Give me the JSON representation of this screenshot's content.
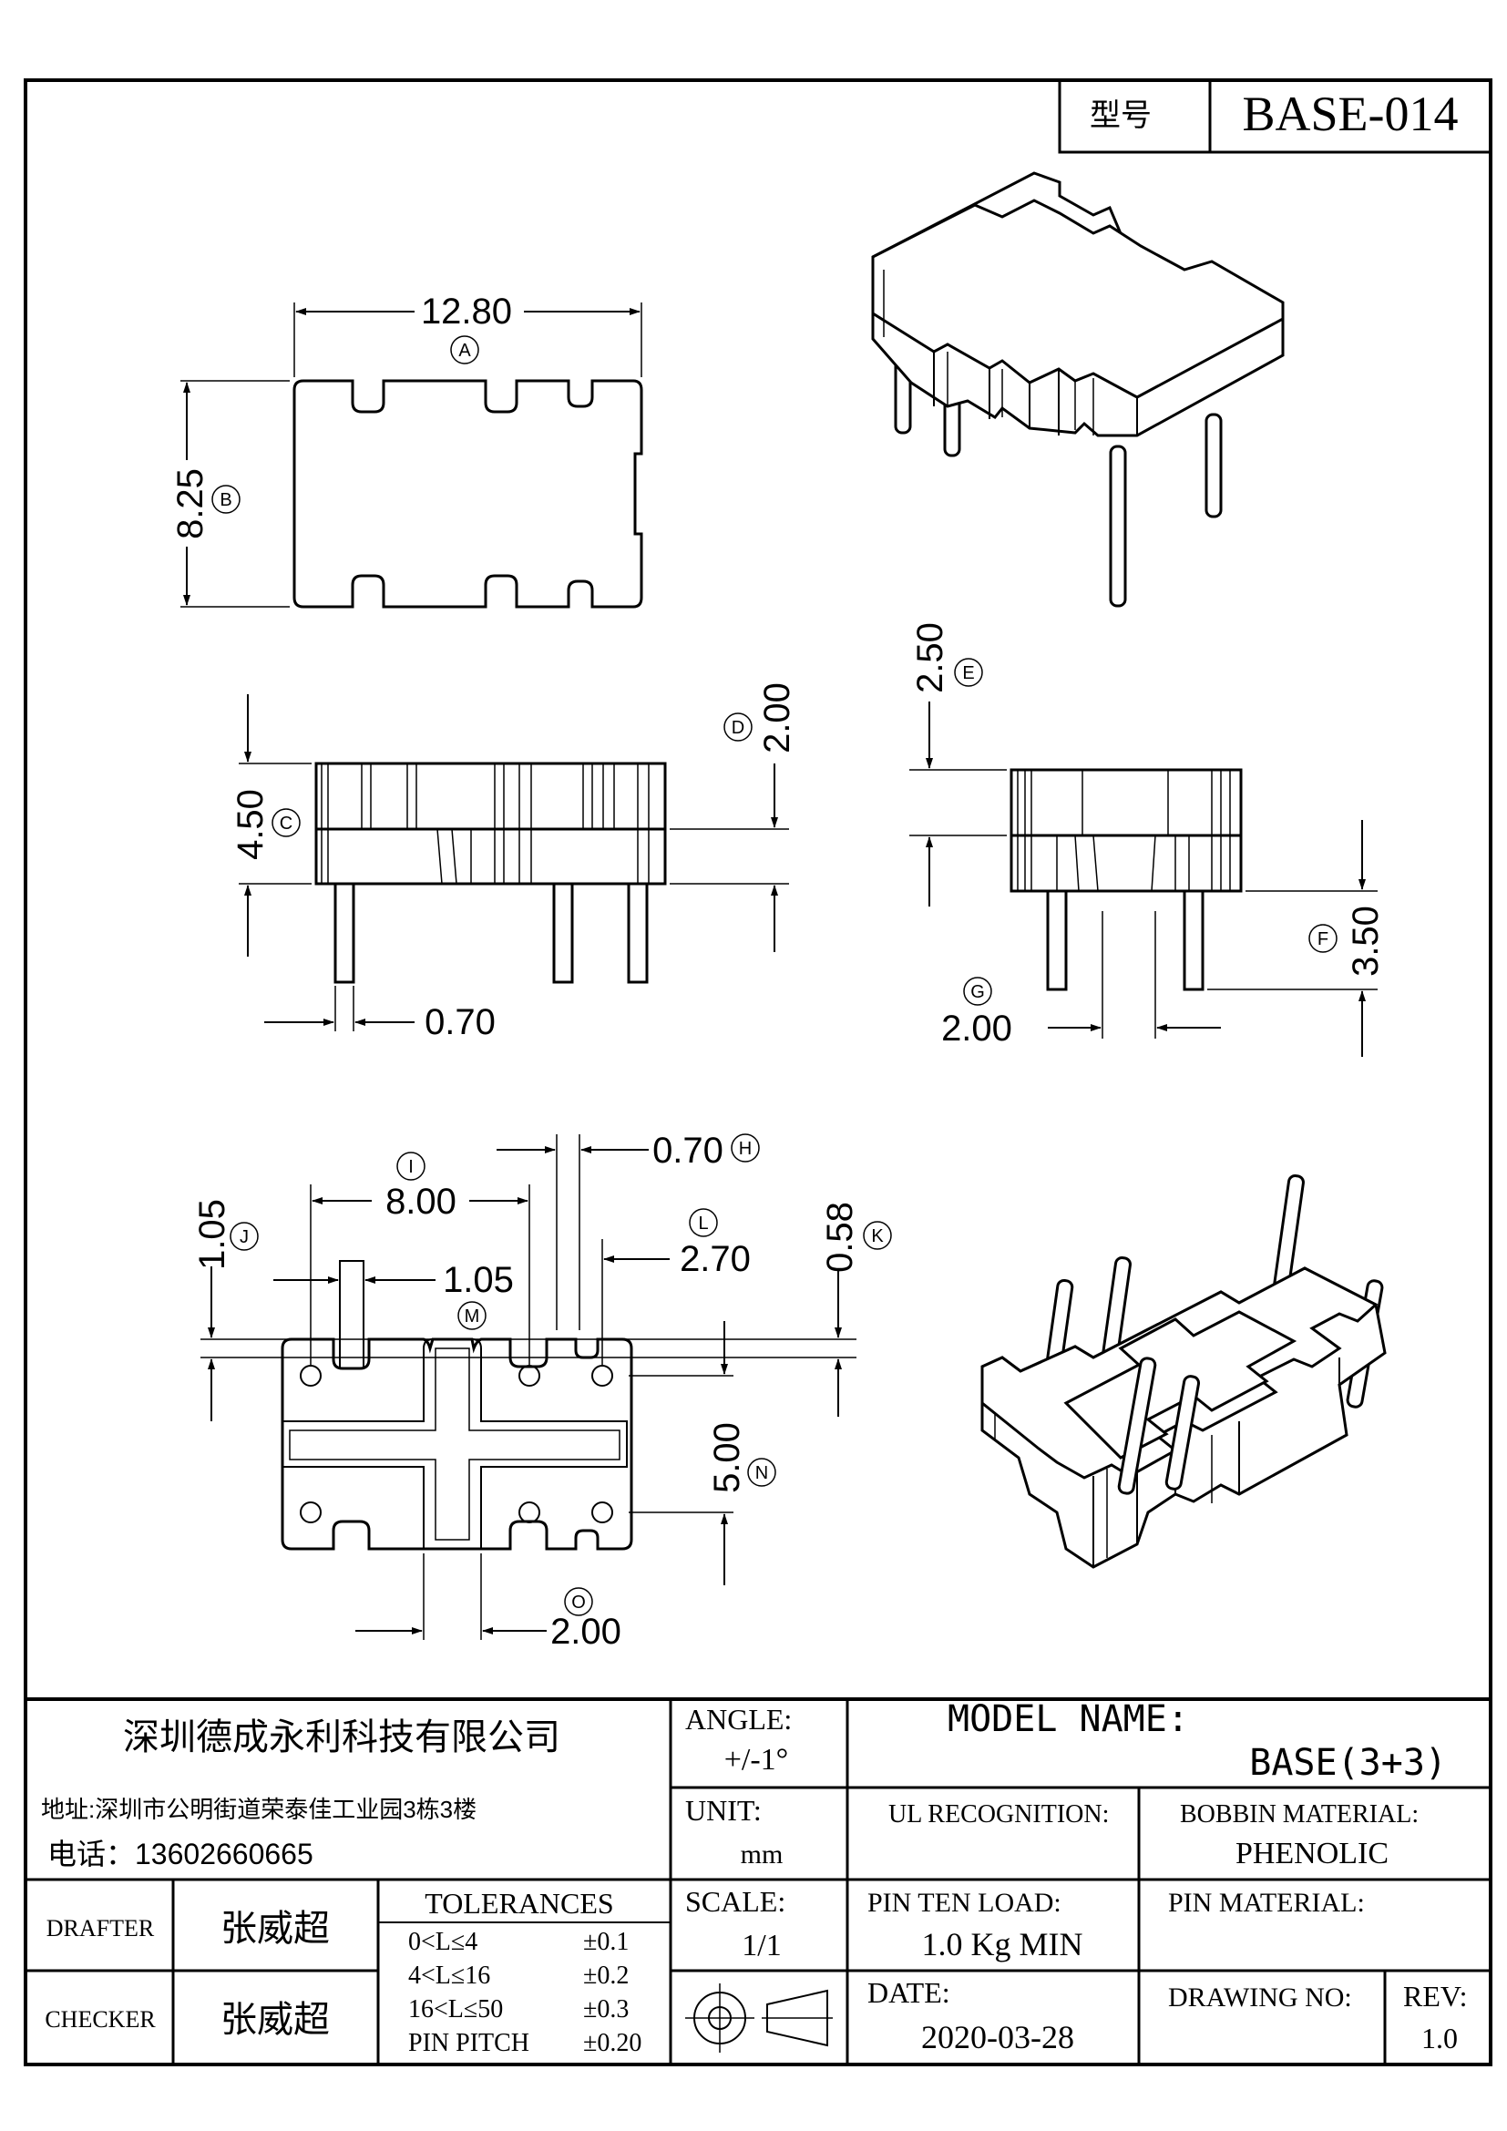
{
  "header": {
    "model_label": "型号",
    "model_value": "BASE-014"
  },
  "top_view": {
    "width": "12.80",
    "height": "8.25",
    "tag_a": "A",
    "tag_b": "B"
  },
  "front_view": {
    "height_c": "4.50",
    "tag_c": "C",
    "height_d": "2.00",
    "tag_d": "D",
    "pin_width": "0.70"
  },
  "side_view": {
    "height_e": "2.50",
    "tag_e": "E",
    "height_f": "3.50",
    "tag_f": "F",
    "pitch_g": "2.00",
    "tag_g": "G"
  },
  "bottom_view": {
    "dim_h": "0.70",
    "tag_h": "H",
    "dim_i": "8.00",
    "tag_i": "I",
    "dim_j": "1.05",
    "tag_j": "J",
    "dim_k": "0.58",
    "tag_k": "K",
    "dim_l": "2.70",
    "tag_l": "L",
    "dim_m": "1.05",
    "tag_m": "M",
    "dim_n": "5.00",
    "tag_n": "N",
    "dim_o": "2.00",
    "tag_o": "O"
  },
  "title_block": {
    "company": "深圳德成永利科技有限公司",
    "address": "地址:深圳市公明街道荣泰佳工业园3栋3楼",
    "phone": "电话：13602660665",
    "angle_label": "ANGLE:",
    "angle_value": "+/-1°",
    "unit_label": "UNIT:",
    "unit_value": "mm",
    "scale_label": "SCALE:",
    "scale_value": "1/1",
    "model_name_label": "MODEL NAME:",
    "model_name_value": "BASE(3+3)",
    "ul_label": "UL RECOGNITION:",
    "bobbin_label": "BOBBIN MATERIAL:",
    "bobbin_value": "PHENOLIC",
    "pin_load_label": "PIN TEN LOAD:",
    "pin_load_value": "1.0 Kg MIN",
    "pin_material_label": "PIN MATERIAL:",
    "date_label": "DATE:",
    "date_value": "2020-03-28",
    "drawing_no_label": "DRAWING NO:",
    "rev_label": "REV:",
    "rev_value": "1.0",
    "drafter_label": "DRAFTER",
    "drafter_name": "张威超",
    "checker_label": "CHECKER",
    "checker_name": "张威超",
    "tolerances_title": "TOLERANCES",
    "tolerances": [
      {
        "range": "0<L≤4",
        "tol": "±0.1"
      },
      {
        "range": "4<L≤16",
        "tol": "±0.2"
      },
      {
        "range": "16<L≤50",
        "tol": "±0.3"
      },
      {
        "range": "PIN PITCH",
        "tol": "±0.20"
      }
    ]
  }
}
